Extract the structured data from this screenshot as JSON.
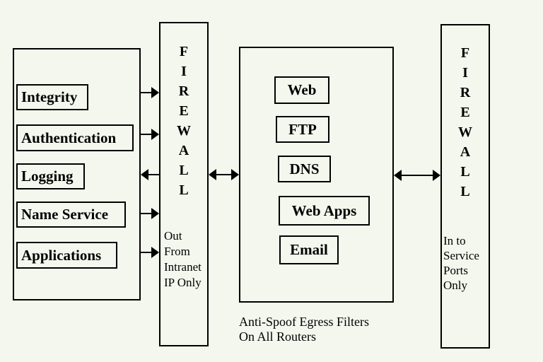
{
  "colors": {
    "background": "#f4f7ee",
    "line": "#000000"
  },
  "intranet_panel": {
    "items": [
      "Integrity",
      "Authentication",
      "Logging",
      "Name Service",
      "Applications"
    ]
  },
  "firewall_left": {
    "letters": [
      "F",
      "I",
      "R",
      "E",
      "W",
      "A",
      "L",
      "L"
    ],
    "note_lines": [
      "Out",
      "From",
      "Intranet",
      "IP Only"
    ]
  },
  "dmz_panel": {
    "services": [
      "Web",
      "FTP",
      "DNS",
      "Web Apps",
      "Email"
    ]
  },
  "firewall_right": {
    "letters": [
      "F",
      "I",
      "R",
      "E",
      "W",
      "A",
      "L",
      "L"
    ],
    "note_lines": [
      "In to",
      "Service",
      "Ports",
      "Only"
    ]
  },
  "caption": {
    "lines": [
      "Anti-Spoof Egress Filters",
      "On All Routers"
    ]
  }
}
